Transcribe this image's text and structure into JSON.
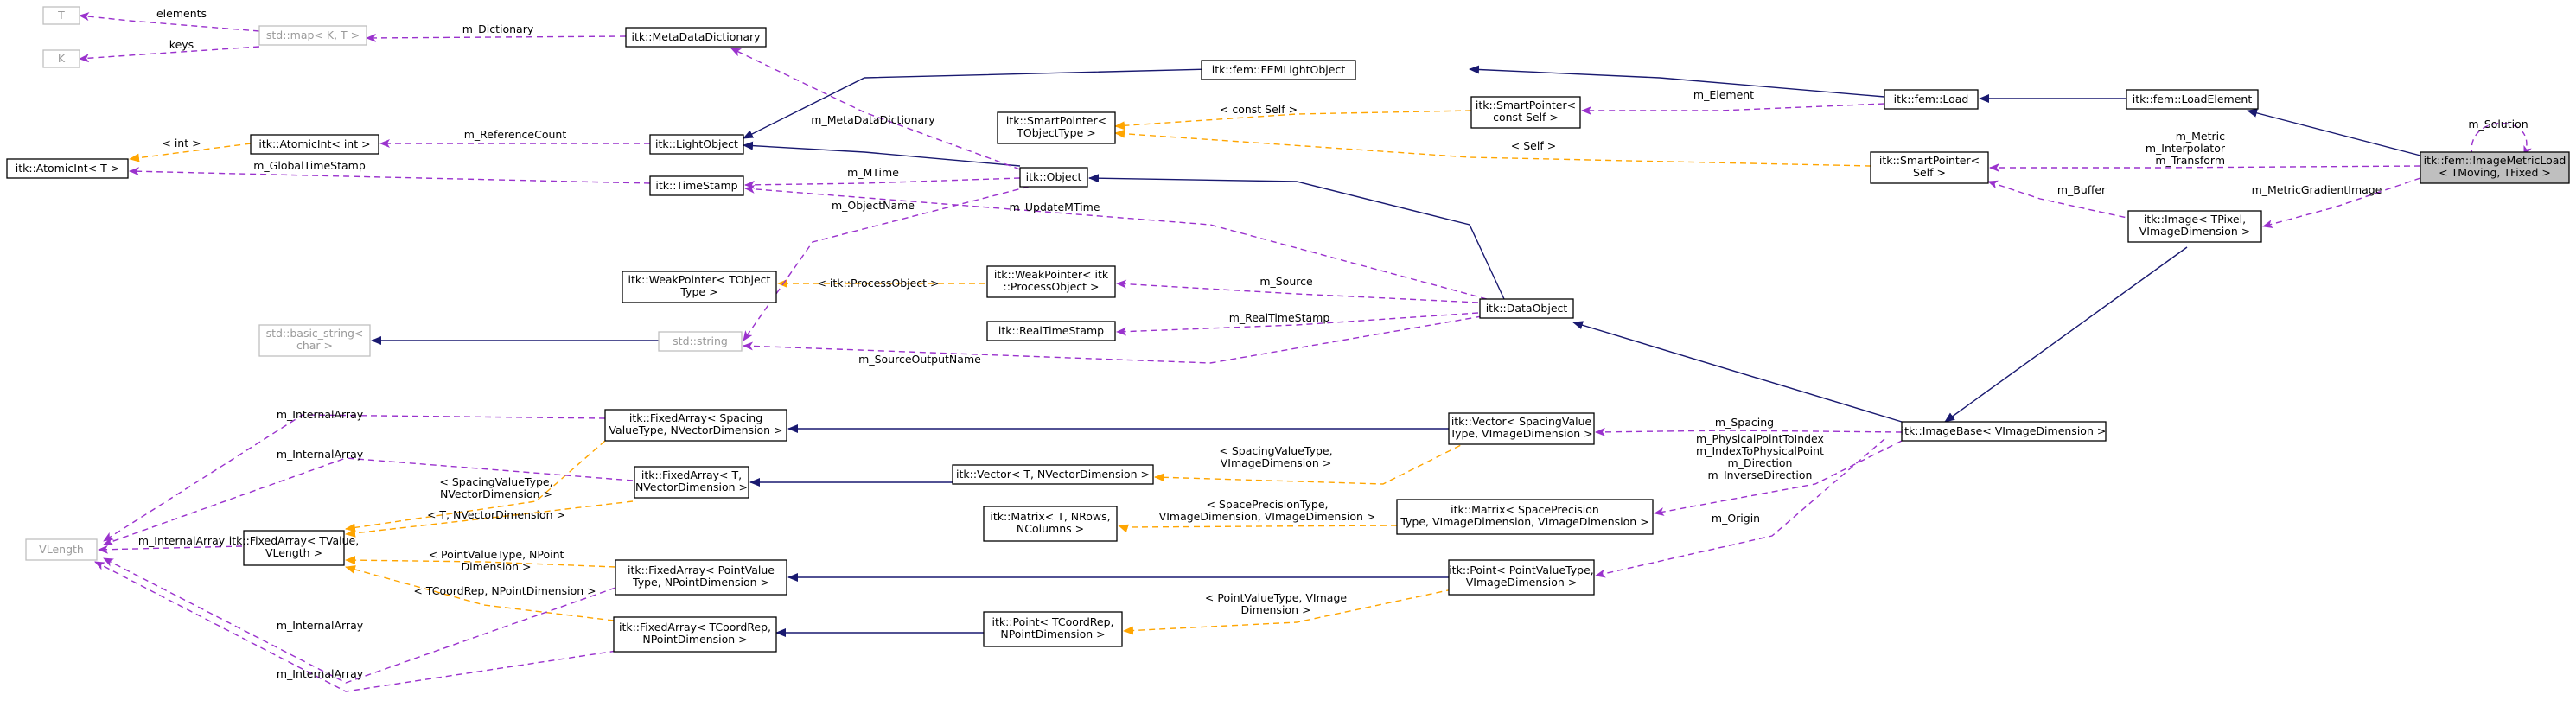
{
  "nodes": {
    "T": [
      "T"
    ],
    "K": [
      "K"
    ],
    "stdmap": [
      "std::map< K, T >"
    ],
    "metadict": [
      "itk::MetaDataDictionary"
    ],
    "femlight": [
      "itk::fem::FEMLightObject"
    ],
    "femload": [
      "itk::fem::Load"
    ],
    "loadelement": [
      "itk::fem::LoadElement"
    ],
    "imagemetricload": [
      "itk::fem::ImageMetricLoad",
      "< TMoving, TFixed >"
    ],
    "atomicint_int": [
      "itk::AtomicInt< int >"
    ],
    "lightobject": [
      "itk::LightObject"
    ],
    "sp_tobject": [
      "itk::SmartPointer<",
      "TObjectType >"
    ],
    "sp_constself": [
      "itk::SmartPointer<",
      "const Self >"
    ],
    "sp_self": [
      "itk::SmartPointer<",
      "Self >"
    ],
    "atomicint_t": [
      "itk::AtomicInt< T >"
    ],
    "timestamp": [
      "itk::TimeStamp"
    ],
    "object": [
      "itk::Object"
    ],
    "image": [
      "itk::Image< TPixel,",
      "VImageDimension >"
    ],
    "weakptr_tobject": [
      "itk::WeakPointer< TObject",
      "Type >"
    ],
    "weakptr_process": [
      "itk::WeakPointer< itk",
      "::ProcessObject >"
    ],
    "dataobject": [
      "itk::DataObject"
    ],
    "realtimestamp": [
      "itk::RealTimeStamp"
    ],
    "basic_string": [
      "std::basic_string<",
      "char >"
    ],
    "stdstring": [
      "std::string"
    ],
    "fa_spacing": [
      "itk::FixedArray< Spacing",
      "ValueType, NVectorDimension >"
    ],
    "vector_spacing": [
      "itk::Vector< SpacingValue",
      "Type, VImageDimension >"
    ],
    "imagebase": [
      "itk::ImageBase< VImageDimension >"
    ],
    "fa_t": [
      "itk::FixedArray< T,",
      "NVectorDimension >"
    ],
    "vector_t": [
      "itk::Vector< T, NVectorDimension >"
    ],
    "vlength": [
      "VLength"
    ],
    "fa_tvalue": [
      "itk::FixedArray< TValue,",
      "VLength >"
    ],
    "matrix_t": [
      "itk::Matrix< T, NRows,",
      "NColumns >"
    ],
    "matrix_space": [
      "itk::Matrix< SpacePrecision",
      "Type, VImageDimension, VImageDimension >"
    ],
    "fa_point": [
      "itk::FixedArray< PointValue",
      "Type, NPointDimension >"
    ],
    "point_value": [
      "itk::Point< PointValueType,",
      "VImageDimension >"
    ],
    "fa_tcoord": [
      "itk::FixedArray< TCoordRep,",
      "NPointDimension >"
    ],
    "point_tcoord": [
      "itk::Point< TCoordRep,",
      "NPointDimension >"
    ]
  },
  "edge_labels": {
    "elements": [
      "elements"
    ],
    "keys": [
      "keys"
    ],
    "m_dictionary": [
      "m_Dictionary"
    ],
    "m_metadatadictionary": [
      "m_MetaDataDictionary"
    ],
    "m_element": [
      "m_Element"
    ],
    "m_solution": [
      "m_Solution"
    ],
    "m_referencecount": [
      "m_ReferenceCount"
    ],
    "lt_int": [
      "< int >"
    ],
    "m_globaltimestamp": [
      "m_GlobalTimeStamp"
    ],
    "const_self": [
      "< const Self >"
    ],
    "self": [
      "< Self >"
    ],
    "m_metric": [
      "m_Metric",
      "m_Interpolator",
      "m_Transform"
    ],
    "m_mtime": [
      "m_MTime"
    ],
    "m_objectname": [
      "m_ObjectName"
    ],
    "m_updatemtime": [
      "m_UpdateMTime"
    ],
    "m_buffer": [
      "m_Buffer"
    ],
    "m_metricgradientimage": [
      "m_MetricGradientImage"
    ],
    "processobject": [
      "< itk::ProcessObject >"
    ],
    "m_source": [
      "m_Source"
    ],
    "m_realtimestamp": [
      "m_RealTimeStamp"
    ],
    "m_sourceoutputname": [
      "m_SourceOutputName"
    ],
    "m_internalarray_1": [
      "m_InternalArray"
    ],
    "m_internalarray_2": [
      "m_InternalArray"
    ],
    "m_internalarray_3": [
      "m_InternalArray"
    ],
    "m_internalarray_4": [
      "m_InternalArray"
    ],
    "m_internalarray_5": [
      "m_InternalArray"
    ],
    "spacing_fa": [
      "< SpacingValueType,",
      "NVectorDimension >"
    ],
    "spacing_vec": [
      "< SpacingValueType,",
      "VImageDimension >"
    ],
    "m_spacing": [
      "m_Spacing"
    ],
    "m_physical": [
      "m_PhysicalPointToIndex",
      "m_IndexToPhysicalPoint",
      "m_Direction",
      "m_InverseDirection"
    ],
    "t_nvector": [
      "< T, NVectorDimension >"
    ],
    "spaceprecision": [
      "< SpacePrecisionType,",
      "VImageDimension, VImageDimension >"
    ],
    "m_origin": [
      "m_Origin"
    ],
    "pointvaluetype_fa": [
      "< PointValueType, NPoint",
      "Dimension >"
    ],
    "tcoordrep_fa": [
      "< TCoordRep, NPointDimension >"
    ],
    "pointvaluetype_pt": [
      "< PointValueType, VImage",
      "Dimension >"
    ]
  },
  "colors": {
    "inheritance": "#191970",
    "usage": "#9a32cd",
    "template": "#ffa500",
    "focus_fill": "#bfbfbf",
    "undocumented_border": "#bfbfbf"
  }
}
